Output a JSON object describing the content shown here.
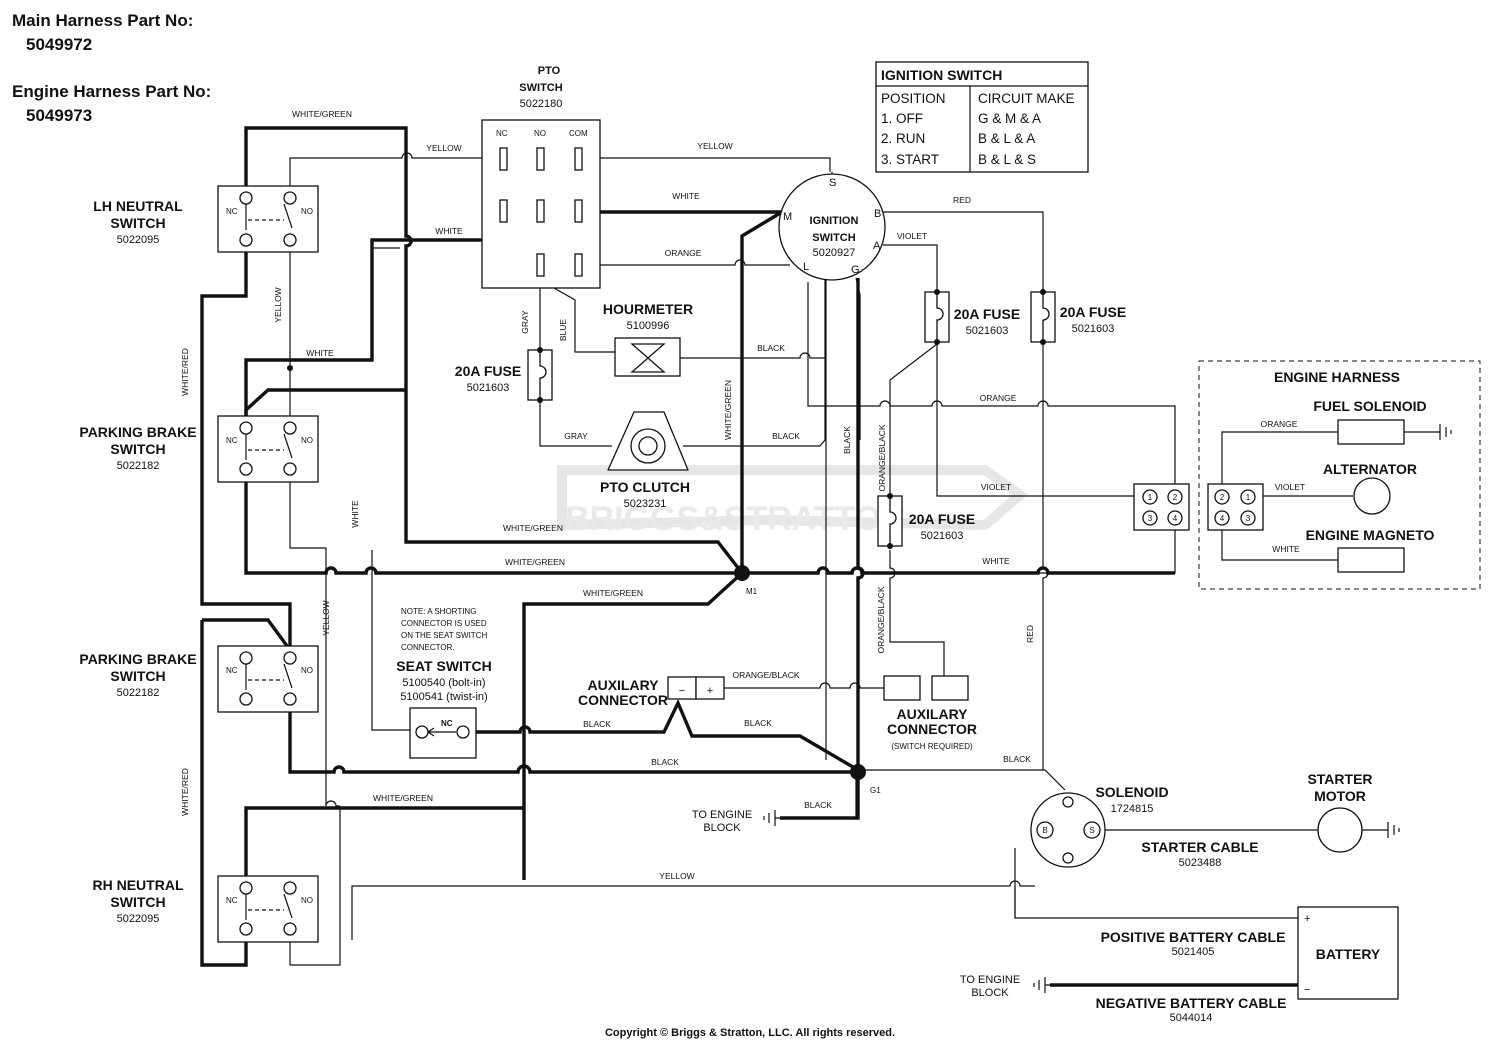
{
  "header": {
    "main_harness_label": "Main Harness Part No:",
    "main_harness_no": "5049972",
    "engine_harness_label": "Engine Harness Part No:",
    "engine_harness_no": "5049973"
  },
  "ignition_table": {
    "title": "IGNITION SWITCH",
    "col_position": "POSITION",
    "col_circuit": "CIRCUIT MAKE",
    "rows": [
      {
        "position": "1. OFF",
        "circuit": "G & M & A"
      },
      {
        "position": "2. RUN",
        "circuit": "B & L & A"
      },
      {
        "position": "3. START",
        "circuit": "B & L & S"
      }
    ]
  },
  "components": {
    "pto_switch": {
      "line1": "PTO",
      "line2": "SWITCH",
      "part": "5022180",
      "t_nc": "NC",
      "t_no": "NO",
      "t_com": "COM"
    },
    "ignition_switch": {
      "line1": "IGNITION",
      "line2": "SWITCH",
      "part": "5020927",
      "t_s": "S",
      "t_m": "M",
      "t_b": "B",
      "t_a": "A",
      "t_l": "L",
      "t_g": "G"
    },
    "lh_neutral": {
      "line1": "LH NEUTRAL",
      "line2": "SWITCH",
      "part": "5022095"
    },
    "parking_brake_1": {
      "line1": "PARKING BRAKE",
      "line2": "SWITCH",
      "part": "5022182"
    },
    "parking_brake_2": {
      "line1": "PARKING BRAKE",
      "line2": "SWITCH",
      "part": "5022182"
    },
    "rh_neutral": {
      "line1": "RH NEUTRAL",
      "line2": "SWITCH",
      "part": "5022095"
    },
    "switch_nc": "NC",
    "switch_no": "NO",
    "hourmeter": {
      "name": "HOURMETER",
      "part": "5100996"
    },
    "fuse_left": {
      "name": "20A FUSE",
      "part": "5021603"
    },
    "fuse_mid": {
      "name": "20A FUSE",
      "part": "5021603"
    },
    "fuse_right": {
      "name": "20A FUSE",
      "part": "5021603"
    },
    "fuse_lower": {
      "name": "20A FUSE",
      "part": "5021603"
    },
    "pto_clutch": {
      "name": "PTO CLUTCH",
      "part": "5023231"
    },
    "seat_switch": {
      "note1": "NOTE: A SHORTING",
      "note2": "CONNECTOR IS USED",
      "note3": "ON THE SEAT SWITCH",
      "note4": "CONNECTOR.",
      "name": "SEAT SWITCH",
      "part1": "5100540 (bolt-in)",
      "part2": "5100541 (twist-in)",
      "nc": "NC"
    },
    "aux_connector_left": {
      "line1": "AUXILARY",
      "line2": "CONNECTOR",
      "minus": "−",
      "plus": "+"
    },
    "aux_connector_right": {
      "line1": "AUXILARY",
      "line2": "CONNECTOR",
      "line3": "(SWITCH REQUIRED)"
    },
    "engine_harness": {
      "title": "ENGINE HARNESS",
      "fuel_solenoid": "FUEL SOLENOID",
      "alternator": "ALTERNATOR",
      "engine_magneto": "ENGINE MAGNETO"
    },
    "connector_pins": [
      "1",
      "2",
      "3",
      "4"
    ],
    "solenoid": {
      "name": "SOLENOID",
      "part": "1724815",
      "b": "B",
      "s": "S"
    },
    "starter_motor": {
      "line1": "STARTER",
      "line2": "MOTOR"
    },
    "starter_cable": {
      "name": "STARTER CABLE",
      "part": "5023488"
    },
    "pos_battery_cable": {
      "name": "POSITIVE BATTERY CABLE",
      "part": "5021405"
    },
    "neg_battery_cable": {
      "name": "NEGATIVE BATTERY CABLE",
      "part": "5044014"
    },
    "battery": {
      "name": "BATTERY",
      "plus": "+",
      "minus": "−"
    },
    "to_engine_block_1": {
      "line1": "TO ENGINE",
      "line2": "BLOCK"
    },
    "to_engine_block_2": {
      "line1": "TO ENGINE",
      "line2": "BLOCK"
    },
    "m1": "M1",
    "g1": "G1"
  },
  "wire_labels": {
    "white_green_top": "WHITE/GREEN",
    "yellow_pto": "YELLOW",
    "yellow_ign": "YELLOW",
    "white_pto": "WHITE",
    "white_ign": "WHITE",
    "orange_ign": "ORANGE",
    "red_ign": "RED",
    "violet_ign": "VIOLET",
    "gray_v": "GRAY",
    "blue_v": "BLUE",
    "yellow_v1": "YELLOW",
    "white_mid": "WHITE",
    "white_red_1": "WHITE/RED",
    "black_hm": "BLACK",
    "gray_clutch": "GRAY",
    "black_clutch": "BLACK",
    "white_green_v": "WHITE/GREEN",
    "black_v": "BLACK",
    "orange_black_v1": "ORANGE/BLACK",
    "orange_mid": "ORANGE",
    "violet_mid": "VIOLET",
    "white_v": "WHITE",
    "white_green_1": "WHITE/GREEN",
    "white_green_2": "WHITE/GREEN",
    "white_long": "WHITE",
    "white_green_3": "WHITE/GREEN",
    "yellow_v2": "YELLOW",
    "orange_black_v2": "ORANGE/BLACK",
    "red_v": "RED",
    "orange_black_aux": "ORANGE/BLACK",
    "black_aux1": "BLACK",
    "black_aux2": "BLACK",
    "black_ground": "BLACK",
    "black_sol": "BLACK",
    "black_eng": "BLACK",
    "white_green_low": "WHITE/GREEN",
    "white_red_2": "WHITE/RED",
    "yellow_bottom": "YELLOW",
    "orange_eng": "ORANGE",
    "violet_eng": "VIOLET",
    "white_eng": "WHITE"
  },
  "watermark": "BRIGGS&STRATTON",
  "copyright": "Copyright © Briggs & Stratton, LLC. All rights reserved."
}
